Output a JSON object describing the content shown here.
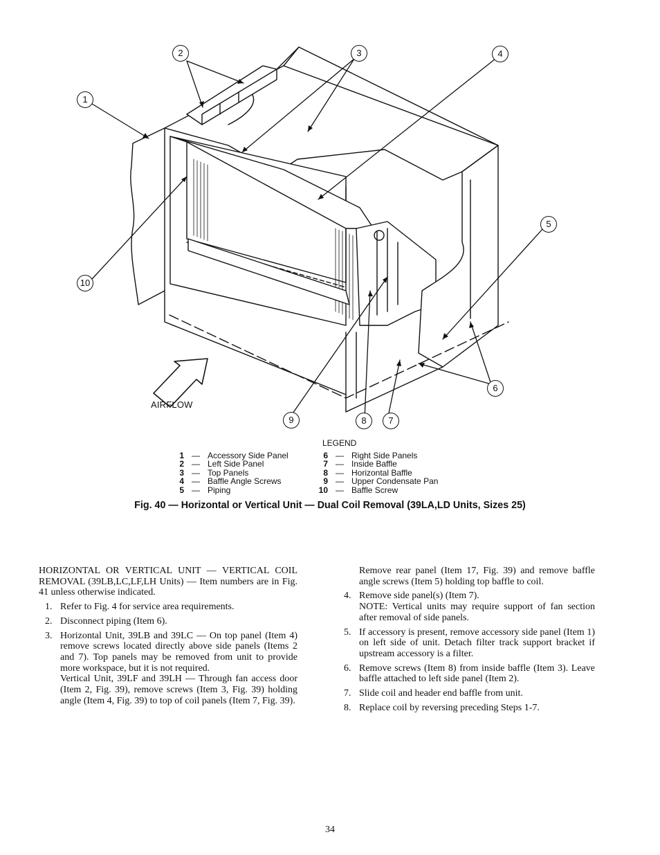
{
  "figure": {
    "airflow_label": "AIRFLOW",
    "callouts": [
      "1",
      "2",
      "3",
      "4",
      "5",
      "6",
      "7",
      "8",
      "9",
      "10"
    ]
  },
  "legend": {
    "title": "LEGEND",
    "left": [
      {
        "num": "1",
        "dash": "—",
        "label": "Accessory Side Panel"
      },
      {
        "num": "2",
        "dash": "—",
        "label": "Left Side Panel"
      },
      {
        "num": "3",
        "dash": "—",
        "label": "Top Panels"
      },
      {
        "num": "4",
        "dash": "—",
        "label": "Baffle Angle Screws"
      },
      {
        "num": "5",
        "dash": "—",
        "label": "Piping"
      }
    ],
    "right": [
      {
        "num": "6",
        "dash": "—",
        "label": "Right Side Panels"
      },
      {
        "num": "7",
        "dash": "—",
        "label": "Inside Baffle"
      },
      {
        "num": "8",
        "dash": "—",
        "label": "Horizontal Baffle"
      },
      {
        "num": "9",
        "dash": "—",
        "label": "Upper Condensate Pan"
      },
      {
        "num": "10",
        "dash": "—",
        "label": "Baffle Screw"
      }
    ]
  },
  "caption": "Fig. 40 — Horizontal or Vertical Unit — Dual Coil Removal (39LA,LD Units, Sizes 25)",
  "left_column": {
    "intro": "HORIZONTAL OR VERTICAL UNIT — VERTICAL COIL REMOVAL (39LB,LC,LF,LH Units) — Item numbers are in Fig. 41 unless otherwise indicated.",
    "steps": [
      {
        "num": "1.",
        "text": "Refer to Fig. 4 for service area requirements."
      },
      {
        "num": "2.",
        "text": "Disconnect piping (Item 6)."
      },
      {
        "num": "3.",
        "text": "Horizontal Unit, 39LB and 39LC — On top panel (Item 4) remove screws located directly above side panels (Items 2 and 7). Top panels may be removed from unit to provide more workspace, but it is not required."
      }
    ],
    "step3_continued": "Vertical Unit, 39LF and 39LH — Through fan access door (Item 2, Fig. 39), remove screws (Item 3, Fig. 39) holding angle (Item 4, Fig. 39) to top of coil panels (Item 7, Fig. 39)."
  },
  "right_column": {
    "step3_continued": "Remove rear panel (Item 17, Fig. 39) and remove baffle angle screws (Item 5) holding top baffle to coil.",
    "step4": {
      "num": "4.",
      "text": "Remove side panel(s) (Item 7)."
    },
    "note": "NOTE: Vertical units may require support of fan section after removal of side panels.",
    "steps": [
      {
        "num": "5.",
        "text": "If accessory is present, remove accessory side panel (Item 1) on left side of unit. Detach filter track support bracket if upstream accessory is a filter."
      },
      {
        "num": "6.",
        "text": "Remove screws (Item 8) from inside baffle (Item 3). Leave baffle attached to left side panel (Item 2)."
      },
      {
        "num": "7.",
        "text": "Slide coil and header end baffle from unit."
      },
      {
        "num": "8.",
        "text": "Replace coil by reversing preceding Steps 1-7."
      }
    ]
  },
  "page_number": "34"
}
